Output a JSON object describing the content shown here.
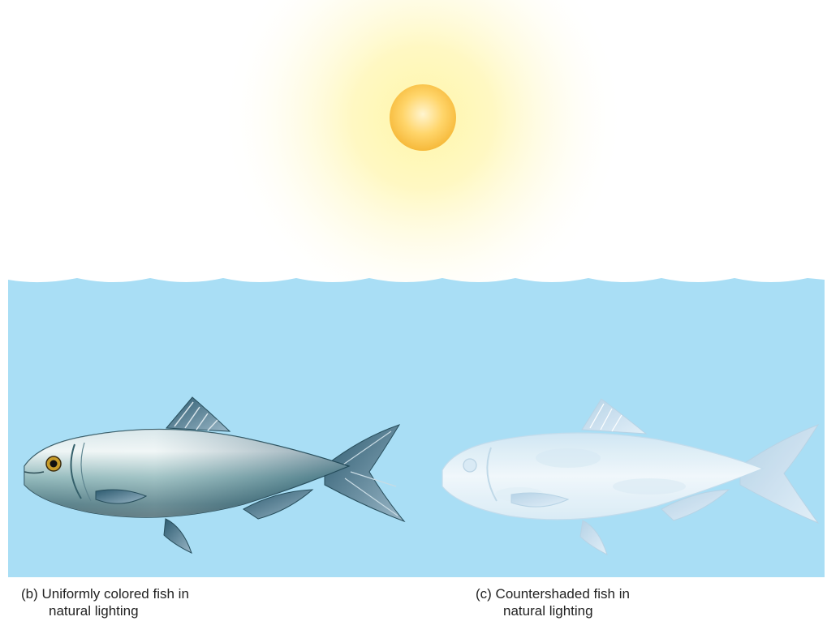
{
  "captions": {
    "uniform": {
      "line1": "(b) Uniformly colored fish in",
      "line2": "natural lighting"
    },
    "countershaded": {
      "line1": "(c) Countershaded fish in",
      "line2": "natural lighting"
    }
  },
  "colors": {
    "sky": "#ffffff",
    "water": "#a9def5",
    "sun_core": "#ffc94a",
    "sun_glow": "#fff3a0",
    "fish_uniform_body": "#2f6e78",
    "fish_uniform_belly": "#dfeef0",
    "fish_countershaded_body": "#eef6fb"
  },
  "icons": {
    "sun": "sun-icon",
    "fish_uniform": "fish-icon",
    "fish_countershaded": "fish-icon"
  }
}
